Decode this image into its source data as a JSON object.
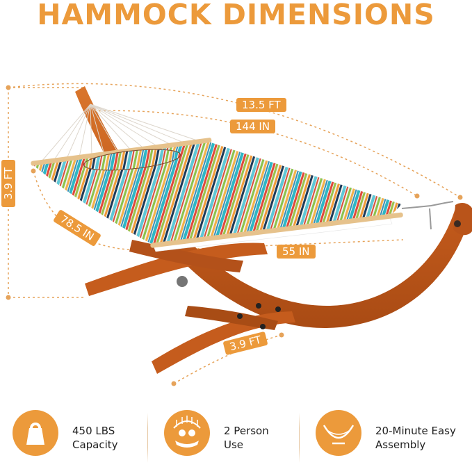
{
  "title": "HAMMOCK DIMENSIONS",
  "dimensions": {
    "length_ft": "13.5 FT",
    "length_in": "144 IN",
    "height_ft": "3.9 FT",
    "bed_length": "78.5 IN",
    "bed_width": "55 IN",
    "base_width": "3.9 FT"
  },
  "features": [
    {
      "icon": "weight-icon",
      "line1": "450 LBS",
      "line2": "Capacity"
    },
    {
      "icon": "two-person-icon",
      "line1": "2 Person",
      "line2": "Use"
    },
    {
      "icon": "hammock-stand-icon",
      "line1": "20-Minute Easy",
      "line2": "Assembly"
    }
  ],
  "colors": {
    "accent": "#ec9a3b",
    "wood": "#c7601f",
    "wood_dark": "#a44a14"
  }
}
